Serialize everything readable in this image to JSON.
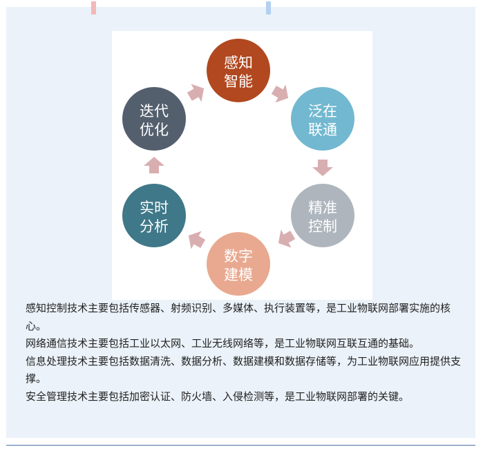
{
  "tabs": {
    "left_color": "#f4b8b8",
    "right_color": "#b3d1f0"
  },
  "diagram": {
    "arrow_color": "#d9aeb0",
    "nodes": [
      {
        "line1": "感知",
        "line2": "智能",
        "color": "#b1481f"
      },
      {
        "line1": "泛在",
        "line2": "联通",
        "color": "#72b8d0"
      },
      {
        "line1": "精准",
        "line2": "控制",
        "color": "#aeb5bd"
      },
      {
        "line1": "数字",
        "line2": "建模",
        "color": "#e8a990"
      },
      {
        "line1": "实时",
        "line2": "分析",
        "color": "#3f7888"
      },
      {
        "line1": "迭代",
        "line2": "优化",
        "color": "#545f6e"
      }
    ]
  },
  "paragraphs": [
    "感知控制技术主要包括传感器、射频识别、多媒体、执行装置等，是工业物联网部署实施的核心。",
    "网络通信技术主要包括工业以太网、工业无线网络等，是工业物联网互联互通的基础。",
    "信息处理技术主要包括数据清洗、数据分析、数据建模和数据存储等，为工业物联网应用提供支撑。",
    "安全管理技术主要包括加密认证、防火墙、入侵检测等，是工业物联网部署的关键。"
  ]
}
